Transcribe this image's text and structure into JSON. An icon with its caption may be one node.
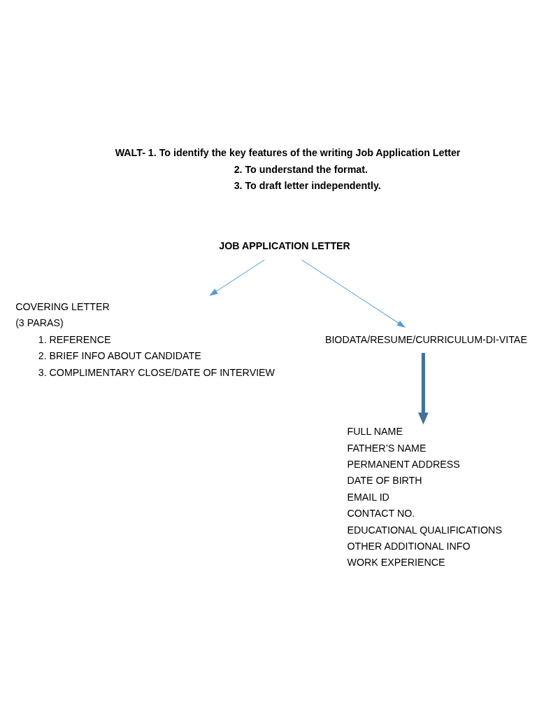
{
  "diagram": {
    "nodes": [
      {
        "text": [
          "JOB APPLICATION LETTER"
        ]
      },
      {
        "text": [
          "COVERING LETTER",
          "(3 PARAS)",
          "1. REFERENCE",
          "2. BRIEF INFO ABOUT CANDIDATE",
          "3. COMPLIMENTARY CLOSE/DATE OF INTERVIEW"
        ]
      },
      {
        "text": [
          "BIODATA/RESUME/CURRICULUM-DI-VITAE"
        ]
      },
      {
        "text": [
          "FULL NAME",
          "FATHER’S NAME",
          "PERMANENT ADDRESS",
          "DATE OF BIRTH",
          "EMAIL ID",
          "CONTACT NO.",
          "EDUCATIONAL QUALIFICATIONS",
          "OTHER ADDITIONAL INFO",
          "WORK EXPERIENCE"
        ]
      }
    ],
    "edges": [
      {
        "from": 0,
        "to": 1,
        "arrow": "to",
        "color": "#5b9bd5"
      },
      {
        "from": 0,
        "to": 2,
        "arrow": "to",
        "color": "#5b9bd5"
      },
      {
        "from": 2,
        "to": 3,
        "arrow": "to",
        "style": "thick",
        "color": "#41719c"
      }
    ],
    "labels": [
      "WALT- 1. To identify the key features of the writing Job Application Letter",
      "2. To understand the format.",
      "3. To draft letter independently."
    ]
  }
}
